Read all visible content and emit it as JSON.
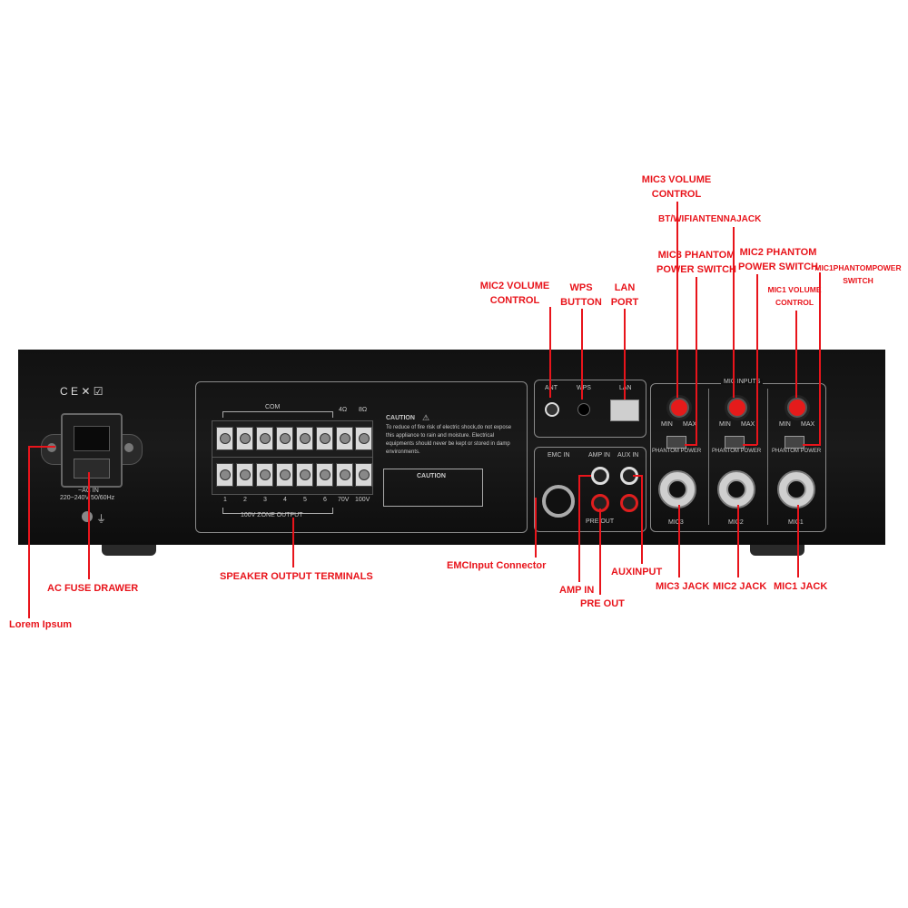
{
  "labels": {
    "mic3_volume": [
      "MIC3 VOLUME",
      "CONTROL"
    ],
    "bt_wifi_antenna": "BT/WIFIANTENNAJACK",
    "mic3_phantom": [
      "MIC3 PHANTOM",
      "POWER SWITCH"
    ],
    "mic2_phantom": [
      "MIC2 PHANTOM",
      "POWER SWITCH"
    ],
    "mic1_phantom": [
      "MIC1PHANTOMPOWER",
      "SWITCH"
    ],
    "mic1_volume": [
      "MIC1 VOLUME",
      "CONTROL"
    ],
    "mic2_volume": [
      "MIC2 VOLUME",
      "CONTROL"
    ],
    "wps_button": [
      "WPS",
      "BUTTON"
    ],
    "lan_port": [
      "LAN",
      "PORT"
    ],
    "ac_fuse_drawer": "AC FUSE DRAWER",
    "lorem": "Lorem Ipsum",
    "speaker_output": "SPEAKER OUTPUT TERMINALS",
    "emc_input": "EMCInput Connector",
    "amp_in": "AMP IN",
    "pre_out": "PRE OUT",
    "aux_input": "AUXINPUT",
    "mic3_jack": "MIC3 JACK",
    "mic2_jack": "MIC2 JACK",
    "mic1_jack": "MIC1 JACK"
  },
  "device": {
    "cert_marks": "C E  ✕  ☑",
    "ac_in": "~AC IN",
    "ac_spec": "220~240V 50/60Hz",
    "com": "COM",
    "ohm4": "4Ω",
    "ohm8": "8Ω",
    "zone_numbers": [
      "1",
      "2",
      "3",
      "4",
      "5",
      "6",
      "70V",
      "100V"
    ],
    "zone_output": "100V  ZONE OUTPUT",
    "caution_title": "CAUTION",
    "caution_text": "To reduce of fire risk of electric shock,do not expose this appliance to rain and moisture. Electrical equipments should never be kept or stored in damp environments.",
    "caution2": "CAUTION",
    "ant": "ANT",
    "wps": "WPS",
    "lan": "LAN",
    "emc_in": "EMC IN",
    "amp_in": "AMP IN",
    "aux_in": "AUX IN",
    "pre_out": "PRE OUT",
    "mic_inputs": "MIC INPUTS",
    "min": "MIN",
    "max": "MAX",
    "phantom_power": "PHANTOM POWER",
    "mic3": "MIC3",
    "mic2": "MIC2",
    "mic1": "MIC1"
  }
}
